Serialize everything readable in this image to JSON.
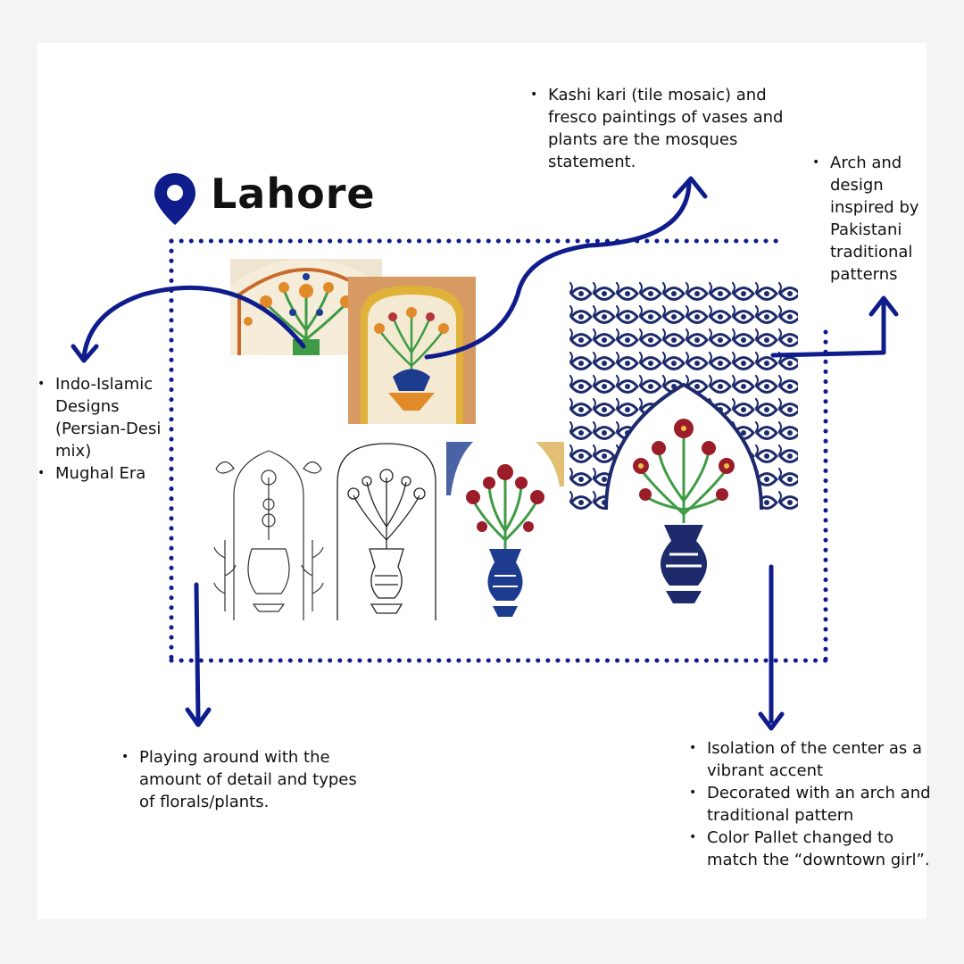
{
  "title": "Lahore",
  "colors": {
    "accent": "#0f1c8c",
    "tile_orange": "#e08a2a",
    "tile_green": "#3f9b45",
    "floral_red": "#9b1d2a"
  },
  "icons": {
    "pin": "location-pin-icon"
  },
  "notes": {
    "kashi": [
      "Kashi kari (tile mosaic) and fresco paintings of vases and plants  are the mosques statement."
    ],
    "arch": [
      "Arch and design inspired by Pakistani traditional patterns"
    ],
    "indo": [
      "Indo-Islamic Designs (Persian-Desi mix)",
      "Mughal Era"
    ],
    "playing": [
      "Playing around with the amount of detail and types of florals/plants."
    ],
    "isolation": [
      "Isolation of the center as a vibrant accent",
      "Decorated with an arch and traditional pattern",
      " Color Pallet changed to match the “downtown girl”."
    ]
  }
}
